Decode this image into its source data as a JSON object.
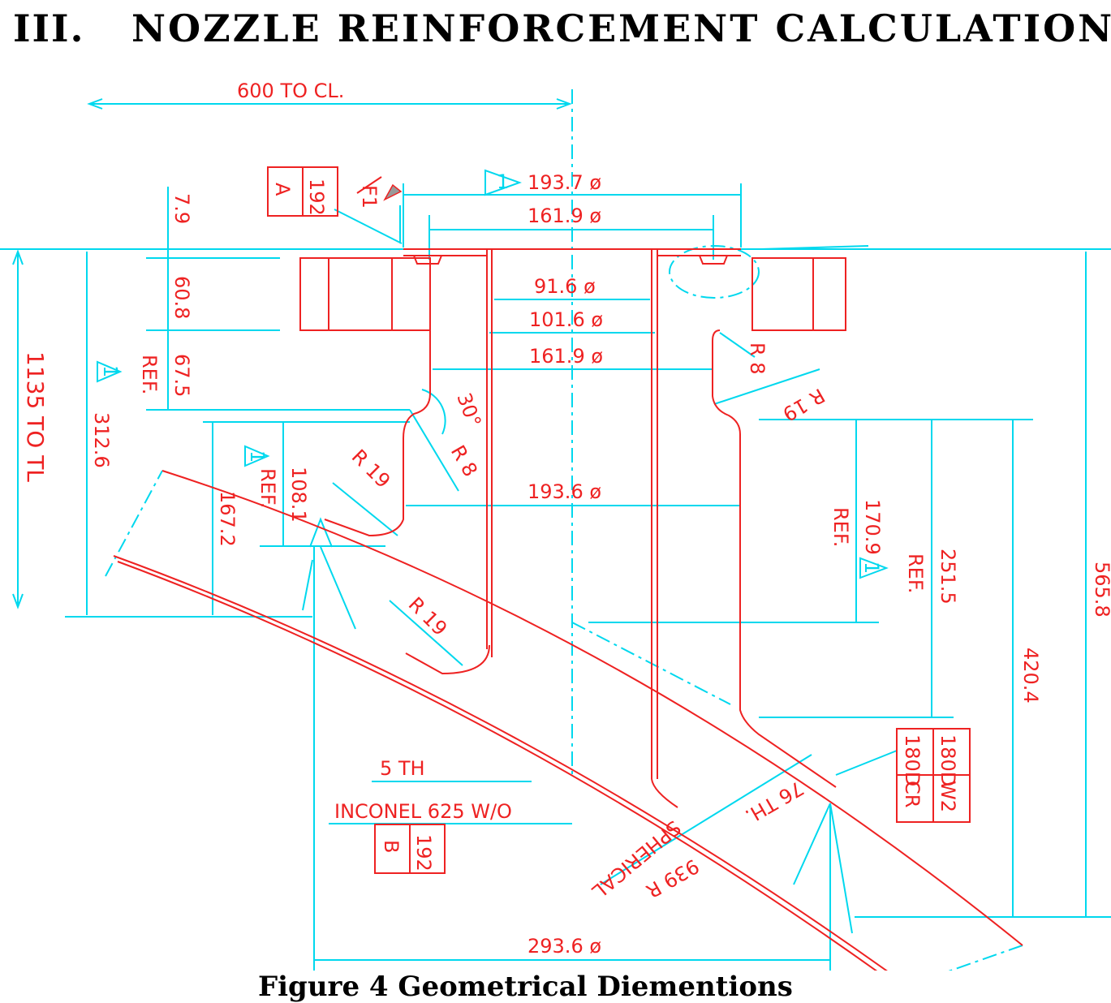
{
  "section": {
    "number": "III.",
    "title": "NOZZLE REINFORCEMENT CALCULATION"
  },
  "figure_caption": "Figure 4 Geometrical Diementions",
  "drawing": {
    "dims": {
      "to_cl": "600 TO CL.",
      "d1937": "193.7 ø",
      "d1619top": "161.9 ø",
      "d916": "91.6 ø",
      "d1016": "101.6 ø",
      "d1619mid": "161.9 ø",
      "d1936": "193.6 ø",
      "d2936": "293.6 ø",
      "v79": "7.9",
      "v608": "60.8",
      "v675": "67.5",
      "v3126": "312.6",
      "v1135": "1135 TO TL",
      "v1081": "108.1",
      "v1672": "167.2",
      "v1709": "170.9",
      "v2515": "251.5",
      "v4204": "420.4",
      "v5658": "565.8",
      "ref1": "REF.",
      "ref2": "REF.",
      "ref3": "REF.",
      "ref4": "REF.",
      "r8a": "R 8",
      "r19a": "R 19",
      "r8b": "R 8",
      "r19b": "R 19",
      "r19c": "R 19",
      "ang30": "30°",
      "th5": "5 TH",
      "th76": "76 TH.",
      "spherical": "SPHERICAL",
      "r939": "939 R",
      "inconel": "INCONEL 625 W/O",
      "tag1": "1"
    },
    "weld_a": {
      "num": "192",
      "letter": "A"
    },
    "weld_b": {
      "num": "192",
      "letter": "B"
    },
    "weld_f1": "F1",
    "cr_box": {
      "r1c1": "180D",
      "r1c2": "180D",
      "r2c1": "W2",
      "r2c2": "CR"
    }
  }
}
